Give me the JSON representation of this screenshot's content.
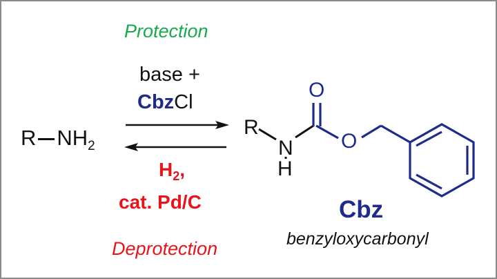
{
  "colors": {
    "protection": "#1aa94e",
    "deprotection": "#e8141b",
    "cbz": "#1e2a8c",
    "text": "#111111"
  },
  "labels": {
    "protection": "Protection",
    "deprotection": "Deprotection"
  },
  "forward_conditions": {
    "line1": "base +",
    "reagent_bold": "Cbz",
    "reagent_rest": "Cl"
  },
  "reverse_conditions": {
    "h2_main": "H",
    "h2_sub": "2",
    "h2_comma": ",",
    "catalyst": "cat. Pd/C"
  },
  "reactant": {
    "r": "R",
    "nh": "NH",
    "sub": "2"
  },
  "product": {
    "r": "R",
    "n": "N",
    "h": "H",
    "carbonyl_o": "O",
    "ester_o": "O"
  },
  "group": {
    "name": "Cbz",
    "full_name": "benzyloxycarbonyl"
  }
}
